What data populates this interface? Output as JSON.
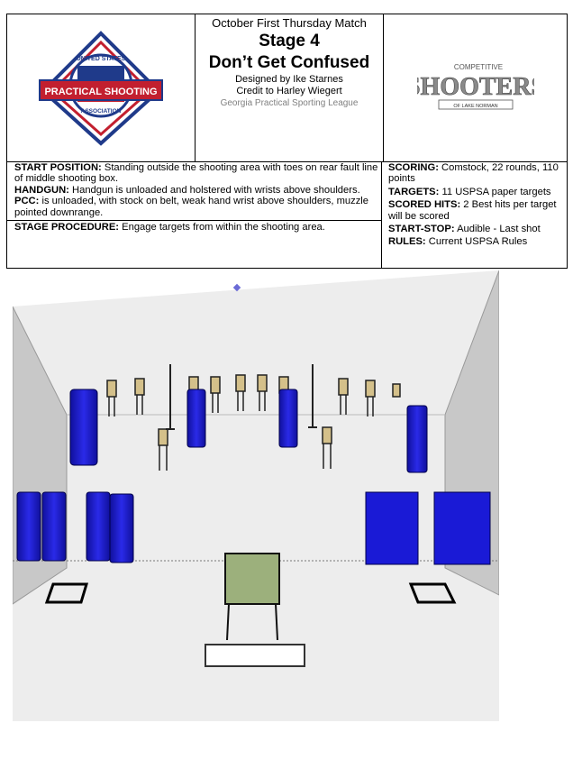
{
  "header": {
    "left_logo": {
      "icon": "uspsa-logo-icon",
      "text_top": "UNITED STATES",
      "text_main": "PRACTICAL SHOOTING",
      "text_bottom": "ASSOCIATION"
    },
    "match": "October First Thursday Match",
    "stage": "Stage 4",
    "stage_name": "Don’t Get Confused",
    "designer": "Designed by Ike Starnes",
    "credit": "Credit to Harley Wiegert",
    "league": "Georgia Practical Sporting League",
    "right_logo": {
      "icon": "club-logo-icon",
      "top": "COMPETITIVE",
      "main": "SHOOTERS",
      "bottom": "OF LAKE NORMAN"
    }
  },
  "briefing": {
    "start_position": {
      "label": "START POSITION:",
      "text": "Standing outside the shooting area with toes on rear fault line of middle shooting box."
    },
    "handgun": {
      "label": "HANDGUN:",
      "text": "Handgun is unloaded and holstered with wrists above shoulders."
    },
    "pcc": {
      "label": "PCC:",
      "text": "is unloaded, with stock on belt, weak hand wrist above shoulders, muzzle pointed downrange."
    },
    "stage_procedure": {
      "label": "STAGE PROCEDURE:",
      "text": "Engage targets from within the shooting area."
    },
    "scoring": {
      "label": "SCORING:",
      "text": "Comstock, 22 rounds, 110 points"
    },
    "targets": {
      "label": "TARGETS:",
      "text": "11 USPSA paper targets"
    },
    "scored_hits": {
      "label": "SCORED HITS:",
      "text": "2 Best hits per target will be scored"
    },
    "start_stop": {
      "label": "START-STOP:",
      "text": "Audible - Last shot"
    },
    "rules": {
      "label": "RULES:",
      "text": "Current USPSA Rules"
    }
  },
  "colors": {
    "barrel": "#1a1ad6",
    "wall": "#c8c8c8",
    "floor": "#ededed",
    "target": "#d4c08a",
    "panel": "#9cb07c"
  }
}
